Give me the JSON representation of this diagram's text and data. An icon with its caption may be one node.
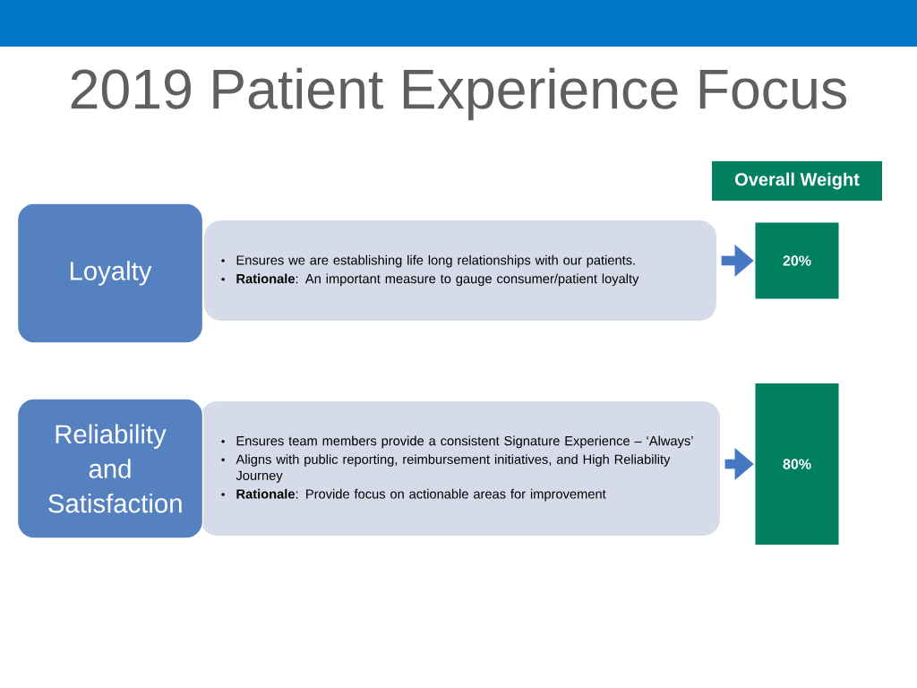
{
  "diagram": {
    "title": "2019 Patient Experience Focus",
    "nodes": [
      {
        "text": [],
        "shape": "bar"
      },
      {
        "text": [
          "Loyalty"
        ]
      },
      {
        "text": [
          "Ensures we are establishing life long relationships with our patients.",
          "**Rationale**: An important measure to gauge consumer/patient loyalty"
        ]
      },
      {
        "text": [
          "Reliability and Satisfaction"
        ]
      },
      {
        "text": [
          "Ensures team members provide a consistent Signature Experience – ‘Always’",
          "Aligns with public reporting, reimbursement initiatives, and High Reliability Journey",
          "**Rationale**: Provide focus on actionable areas for improvement"
        ]
      },
      {
        "text": [
          "Overall Weight"
        ]
      },
      {
        "text": [
          "20%"
        ]
      },
      {
        "text": [
          "80%"
        ]
      }
    ],
    "edges": [
      {
        "from": 2,
        "to": 6,
        "arrow": "to"
      },
      {
        "from": 4,
        "to": 7,
        "arrow": "to"
      }
    ]
  }
}
